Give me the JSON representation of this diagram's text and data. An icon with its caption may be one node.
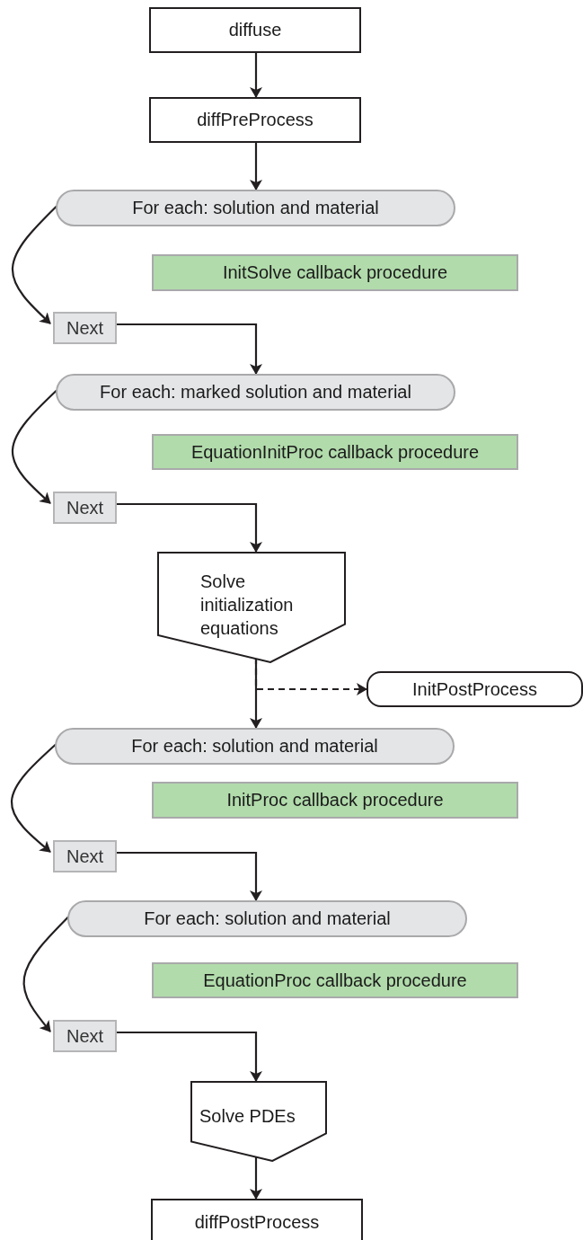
{
  "diagram": {
    "nodes": [
      {
        "text": [
          "diffuse"
        ]
      },
      {
        "text": [
          "diffPreProcess"
        ]
      },
      {
        "text": [
          "For each: solution and material"
        ]
      },
      {
        "text": [
          "InitSolve callback procedure"
        ]
      },
      {
        "text": [
          "Next"
        ]
      },
      {
        "text": [
          "For each: marked solution and material"
        ]
      },
      {
        "text": [
          "EquationInitProc callback procedure"
        ]
      },
      {
        "text": [
          "Next"
        ]
      },
      {
        "text": [
          "Solve initialization equations"
        ]
      },
      {
        "text": [
          "InitPostProcess"
        ]
      },
      {
        "text": [
          "For each: solution and material"
        ]
      },
      {
        "text": [
          "InitProc callback procedure"
        ]
      },
      {
        "text": [
          "Next"
        ]
      },
      {
        "text": [
          "For each: solution and material"
        ]
      },
      {
        "text": [
          "EquationProc callback procedure"
        ]
      },
      {
        "text": [
          "Next"
        ]
      },
      {
        "text": [
          "Solve PDEs"
        ]
      },
      {
        "text": [
          "diffPostProcess"
        ]
      }
    ],
    "edges": [
      {
        "from": 0,
        "to": 1,
        "arrow": "to"
      },
      {
        "from": 1,
        "to": 2,
        "arrow": "to"
      },
      {
        "from": 2,
        "to": 4,
        "arrow": "to"
      },
      {
        "from": 4,
        "to": 5,
        "arrow": "to"
      },
      {
        "from": 5,
        "to": 7,
        "arrow": "to"
      },
      {
        "from": 7,
        "to": 8,
        "arrow": "to"
      },
      {
        "from": 8,
        "to": 10,
        "arrow": "to"
      },
      {
        "from": 8,
        "to": 9,
        "arrow": "to",
        "style": "dashed"
      },
      {
        "from": 10,
        "to": 12,
        "arrow": "to"
      },
      {
        "from": 12,
        "to": 13,
        "arrow": "to"
      },
      {
        "from": 13,
        "to": 15,
        "arrow": "to"
      },
      {
        "from": 15,
        "to": 16,
        "arrow": "to"
      },
      {
        "from": 16,
        "to": 17,
        "arrow": "to"
      }
    ]
  }
}
